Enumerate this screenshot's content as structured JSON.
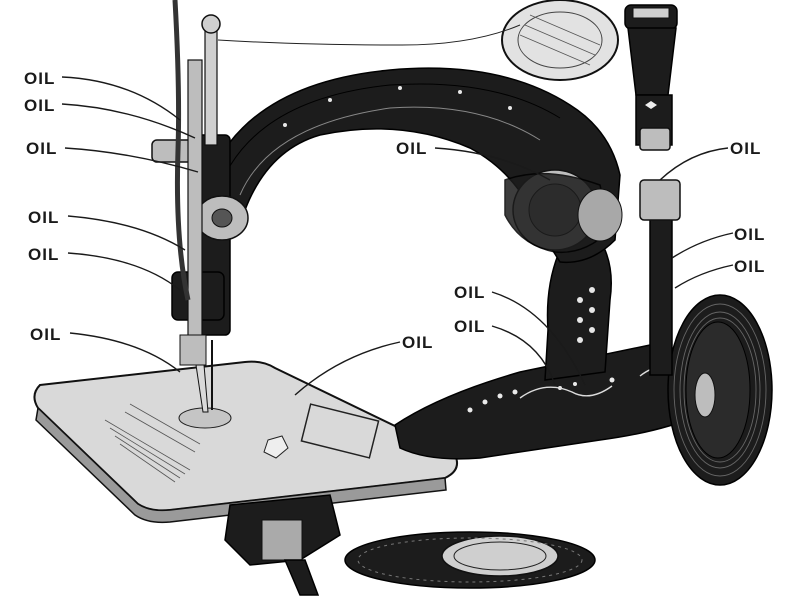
{
  "labels": [
    {
      "id": "oil-1",
      "text": "OIL"
    },
    {
      "id": "oil-2",
      "text": "OIL"
    },
    {
      "id": "oil-3",
      "text": "OIL"
    },
    {
      "id": "oil-4",
      "text": "OIL"
    },
    {
      "id": "oil-5",
      "text": "OIL"
    },
    {
      "id": "oil-6",
      "text": "OIL"
    },
    {
      "id": "oil-7",
      "text": "OIL"
    },
    {
      "id": "oil-8",
      "text": "OIL"
    },
    {
      "id": "oil-9",
      "text": "OIL"
    },
    {
      "id": "oil-10",
      "text": "OIL"
    },
    {
      "id": "oil-11",
      "text": "OIL"
    },
    {
      "id": "oil-12",
      "text": "OIL"
    },
    {
      "id": "oil-13",
      "text": "OIL"
    }
  ],
  "colors": {
    "ink": "#1a1a1a",
    "paper": "#ffffff",
    "iron": "#1c1c1c",
    "plate": "#d9d9d9"
  }
}
